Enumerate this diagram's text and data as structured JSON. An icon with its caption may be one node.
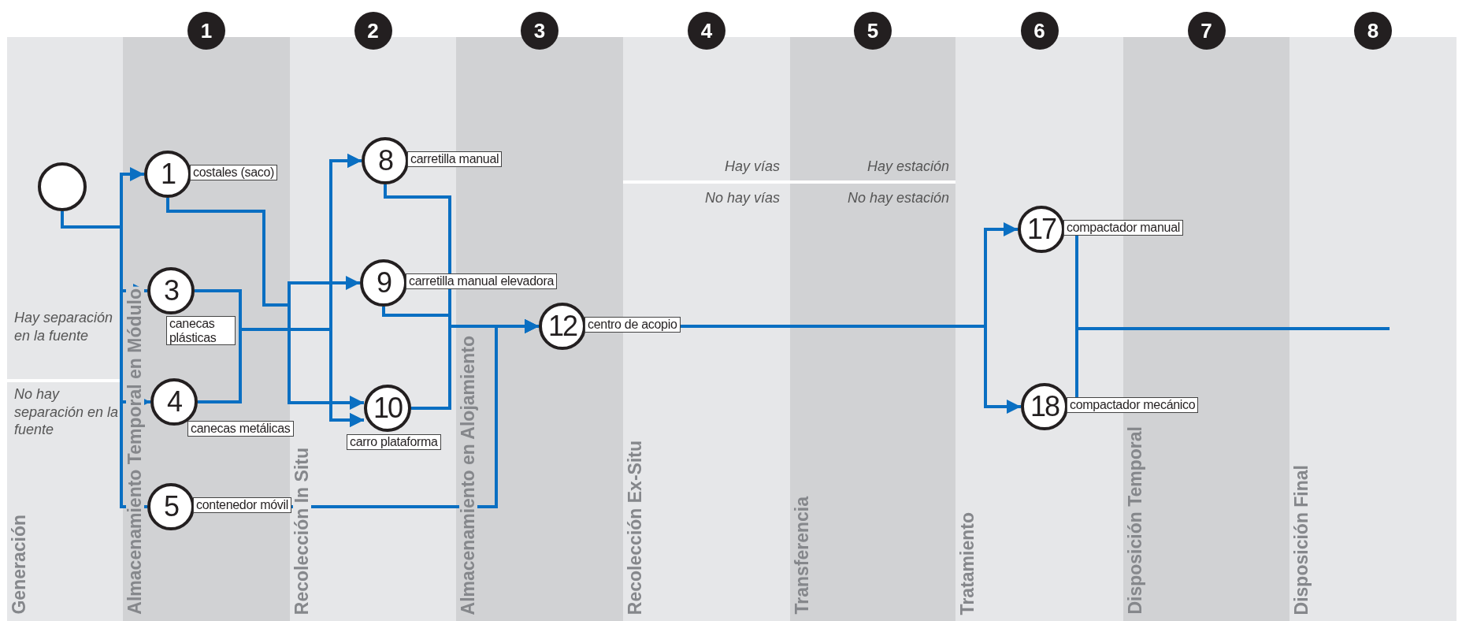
{
  "diagram": {
    "nodes": [
      {
        "text": [],
        "shape": "circle"
      },
      {
        "text": [
          "1"
        ],
        "beside": [
          "costales (saco)"
        ]
      },
      {
        "text": [
          "3"
        ],
        "beside": [
          "canecas plásticas"
        ]
      },
      {
        "text": [
          "4"
        ],
        "beside": [
          "canecas metálicas"
        ]
      },
      {
        "text": [
          "5"
        ],
        "beside": [
          "contenedor móvil"
        ]
      },
      {
        "text": [
          "8"
        ],
        "beside": [
          "carretilla manual"
        ]
      },
      {
        "text": [
          "9"
        ],
        "beside": [
          "carretilla manual elevadora"
        ]
      },
      {
        "text": [
          "10"
        ],
        "beside": [
          "carro plataforma"
        ]
      },
      {
        "text": [
          "12"
        ],
        "beside": [
          "centro de acopio"
        ]
      },
      {
        "text": [
          "17"
        ],
        "beside": [
          "compactador manual"
        ]
      },
      {
        "text": [
          "18"
        ],
        "beside": [
          "compactador mecánico"
        ]
      }
    ],
    "edges": [
      {
        "from": 0,
        "to": 1,
        "arrow": "to"
      },
      {
        "from": 0,
        "to": 2,
        "arrow": "to"
      },
      {
        "from": 0,
        "to": 3,
        "arrow": "to"
      },
      {
        "from": 0,
        "to": 4,
        "arrow": "none"
      },
      {
        "from": 4,
        "to": 8,
        "arrow": "to"
      },
      {
        "from": 1,
        "to": 6,
        "arrow": "to"
      },
      {
        "from": 1,
        "to": 7,
        "arrow": "to"
      },
      {
        "from": 2,
        "to": 5,
        "arrow": "to"
      },
      {
        "from": 2,
        "to": 7,
        "arrow": "to"
      },
      {
        "from": 3,
        "to": 5,
        "arrow": "to"
      },
      {
        "from": 3,
        "to": 7,
        "arrow": "to"
      },
      {
        "from": 5,
        "to": 8,
        "arrow": "to"
      },
      {
        "from": 6,
        "to": 8,
        "arrow": "to"
      },
      {
        "from": 7,
        "to": 8,
        "arrow": "to"
      },
      {
        "from": 8,
        "to": 9,
        "arrow": "to"
      },
      {
        "from": 8,
        "to": 10,
        "arrow": "to"
      },
      {
        "from": 9,
        "to": null,
        "arrow": "none"
      },
      {
        "from": 10,
        "to": null,
        "arrow": "none"
      }
    ],
    "labels": [
      "1",
      "2",
      "3",
      "4",
      "5",
      "6",
      "7",
      "8",
      "Hay vías",
      "Hay estación",
      "No hay vías",
      "No hay estación",
      "Hay separación en la fuente",
      "No hay separación en la fuente",
      "Generación",
      "Almacenamiento Temporal en Módulo",
      "Recolección In Situ",
      "Almacenamiento en Alojamiento",
      "Recolección Ex-Situ",
      "Transferencia",
      "Tratamiento",
      "Disposición Temporal",
      "Disposición Final"
    ]
  }
}
